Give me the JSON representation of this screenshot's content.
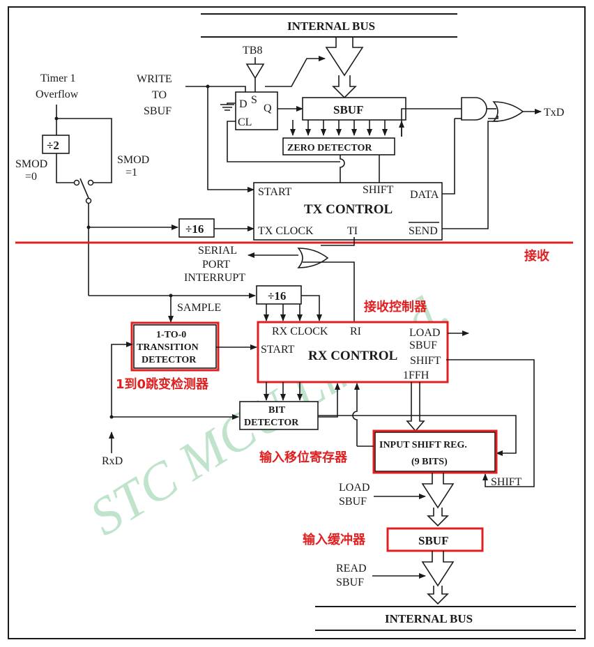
{
  "watermark": "STC   MCU   Limited.",
  "labels": {
    "internal_bus_top": "INTERNAL  BUS",
    "internal_bus_bottom": "INTERNAL  BUS",
    "timer1": "Timer 1",
    "overflow": "Overflow",
    "div2": "÷2",
    "smod0_a": "SMOD",
    "smod0_b": "=0",
    "smod1_a": "SMOD",
    "smod1_b": "=1",
    "write": "WRITE",
    "to": "TO",
    "sbuf_w": "SBUF",
    "tb8": "TB8",
    "ff_d": "D",
    "ff_s": "S",
    "ff_q": "Q",
    "ff_cl": "CL",
    "sbuf_tx": "SBUF",
    "zero_detector": "ZERO DETECTOR",
    "txd": "TxD",
    "start_tx": "START",
    "shift_tx": "SHIFT",
    "data": "DATA",
    "tx_control": "TX CONTROL",
    "send": "SEND",
    "tx_clock": "TX CLOCK",
    "ti": "TI",
    "div16_tx": "÷16",
    "serial": "SERIAL",
    "port": "PORT",
    "interrupt": "INTERRUPT",
    "div16_rx": "÷16",
    "sample": "SAMPLE",
    "rx_clock": "RX CLOCK",
    "ri": "RI",
    "load_sbuf_a": "LOAD",
    "load_sbuf_b": "SBUF",
    "start_rx": "START",
    "rx_control": "RX CONTROL",
    "shift_rx": "SHIFT",
    "ffh": "1FFH",
    "trans_1": "1-TO-0",
    "trans_2": "TRANSITION",
    "trans_3": "DETECTOR",
    "bit_1": "BIT",
    "bit_2": "DETECTOR",
    "rxd": "RxD",
    "isr_1": "INPUT SHIFT REG.",
    "isr_2": "(9 BITS)",
    "shift_isr": "SHIFT",
    "load2_a": "LOAD",
    "load2_b": "SBUF",
    "sbuf_rx": "SBUF",
    "read_a": "READ",
    "read_b": "SBUF"
  },
  "annotations": {
    "receive": "接收",
    "rx_controller": "接收控制器",
    "transition_detect": "1到0跳变检测器",
    "input_shift": "输入移位寄存器",
    "input_buffer": "输入缓冲器"
  },
  "colors": {
    "annotation": "#e02020",
    "watermark": "#bfe3cb",
    "line": "#1a1a1a"
  }
}
